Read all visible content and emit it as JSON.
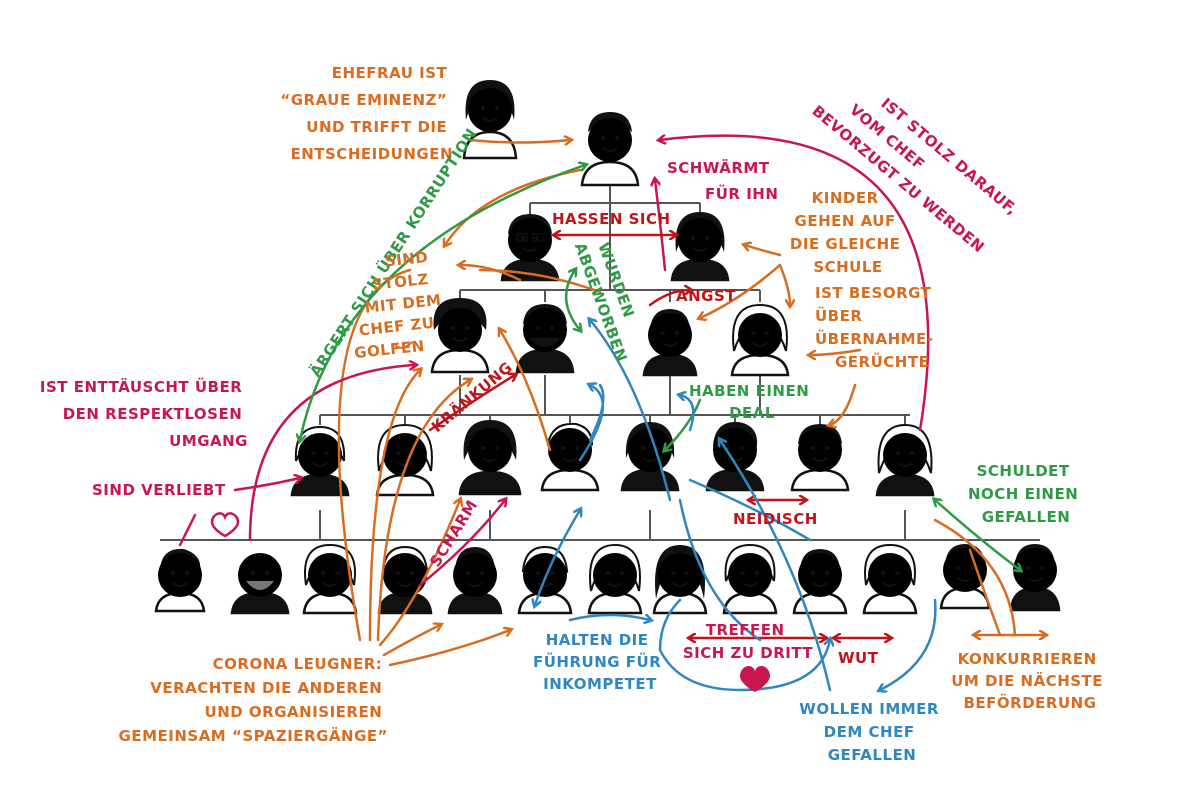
{
  "colors": {
    "orange": "#d86d21",
    "crimson": "#c8174f",
    "red": "#c0141b",
    "green": "#2f9a45",
    "blue": "#2f86c0",
    "ink": "#111111",
    "tree": "#555555"
  },
  "labels": {
    "ehefrau": [
      "EHEFRAU IST",
      "“GRAUE EMINENZ”",
      "UND TRIFFT DIE",
      "ENTSCHEIDUNGEN"
    ],
    "korruption": "ÄRGERT SICH ÜBER KORRUPTION",
    "schwaermt": [
      "SCHWÄRMT",
      "FÜR IHN"
    ],
    "stolz_chef": [
      "IST STOLZ DARAUF,",
      "VOM CHEF",
      "BEVORZUGT ZU WERDEN"
    ],
    "hassen": "HASSEN SICH",
    "abgeworben": [
      "WURDEN",
      "ABGEWORBEN"
    ],
    "angst": "ANGST",
    "kinder": [
      "KINDER",
      "GEHEN AUF",
      "DIE GLEICHE",
      "SCHULE"
    ],
    "stolz_golfen": [
      "SIND",
      "STOLZ",
      "MIT DEM",
      "CHEF ZU",
      "GOLFEN"
    ],
    "besorgt": [
      "IST BESORGT",
      "ÜBER",
      "ÜBERNAHME-",
      "GERÜCHTE"
    ],
    "enttaeuscht": [
      "IST ENTTÄUSCHT ÜBER",
      "DEN RESPEKTLOSEN",
      "UMGANG"
    ],
    "kraenkung": "KRÄNKUNG",
    "deal": [
      "HABEN EINEN",
      "DEAL"
    ],
    "verliebt": "SIND VERLIEBT",
    "neidisch": "NEIDISCH",
    "schuldet": [
      "SCHULDET",
      "NOCH EINEN",
      "GEFALLEN"
    ],
    "scharm": "SCHARM",
    "corona": [
      "CORONA LEUGNER:",
      "VERACHTEN DIE ANDEREN",
      "UND ORGANISIEREN",
      "GEMEINSAM “SPAZIERGÄNGE”"
    ],
    "halten": [
      "HALTEN DIE",
      "FÜHRUNG FÜR",
      "INKOMPETET"
    ],
    "treffen": [
      "TREFFEN",
      "SICH ZU DRITT"
    ],
    "wut": "WUT",
    "wollen": [
      "WOLLEN IMMER",
      "DEM CHEF",
      "GEFALLEN"
    ],
    "konkurrieren": [
      "KONKURRIEREN",
      "UM DIE NÄCHSTE",
      "BEFÖRDERUNG"
    ]
  }
}
